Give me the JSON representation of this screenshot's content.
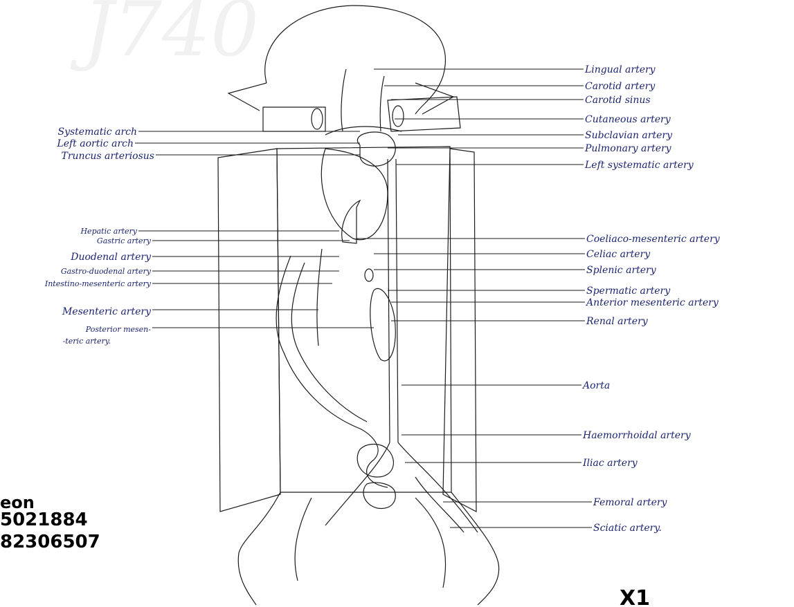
{
  "diagram": {
    "left_labels": [
      {
        "id": "systematic-arch",
        "text": "Systematic arch"
      },
      {
        "id": "left-aortic-arch",
        "text": "Left aortic arch"
      },
      {
        "id": "truncus-arteriosus",
        "text": "Truncus arteriosus"
      },
      {
        "id": "hepatic-artery",
        "text": "Hepatic artery"
      },
      {
        "id": "gastric-artery",
        "text": "Gastric artery"
      },
      {
        "id": "duodenal-artery",
        "text": "Duodenal artery"
      },
      {
        "id": "gastro-duodenal-artery",
        "text": "Gastro-duodenal artery"
      },
      {
        "id": "intestino-mesenteric-artery",
        "text": "Intestino-mesenteric artery"
      },
      {
        "id": "mesenteric-artery",
        "text": "Mesenteric artery"
      },
      {
        "id": "posterior-mesenteric-artery-1",
        "text": "Posterior mesen-"
      },
      {
        "id": "posterior-mesenteric-artery-2",
        "text": "-teric artery."
      }
    ],
    "right_labels": [
      {
        "id": "lingual-artery",
        "text": "Lingual artery"
      },
      {
        "id": "carotid-artery",
        "text": "Carotid artery"
      },
      {
        "id": "carotid-sinus",
        "text": "Carotid sinus"
      },
      {
        "id": "cutaneous-artery",
        "text": "Cutaneous artery"
      },
      {
        "id": "subclavian-artery",
        "text": "Subclavian artery"
      },
      {
        "id": "pulmonary-artery",
        "text": "Pulmonary artery"
      },
      {
        "id": "left-systematic-artery",
        "text": "Left systematic artery"
      },
      {
        "id": "coeliaco-mesenteric-artery",
        "text": "Coeliaco-mesenteric artery"
      },
      {
        "id": "celiac-artery",
        "text": "Celiac artery"
      },
      {
        "id": "splenic-artery",
        "text": "Splenic artery"
      },
      {
        "id": "spermatic-artery",
        "text": "Spermatic artery"
      },
      {
        "id": "anterior-mesenteric-artery",
        "text": "Anterior mesenteric artery"
      },
      {
        "id": "renal-artery",
        "text": "Renal artery"
      },
      {
        "id": "aorta",
        "text": "Aorta"
      },
      {
        "id": "haemorrhoidal-artery",
        "text": "Haemorrhoidal artery"
      },
      {
        "id": "iliac-artery",
        "text": "Iliac artery"
      },
      {
        "id": "femoral-artery",
        "text": "Femoral artery"
      },
      {
        "id": "sciatic-artery",
        "text": "Sciatic artery."
      }
    ],
    "handwritten_notes": [
      {
        "id": "note-line-1",
        "text": "eon"
      },
      {
        "id": "note-line-2",
        "text": "5021884"
      },
      {
        "id": "note-line-3",
        "text": "82306507"
      }
    ],
    "corner_mark": "X1"
  }
}
